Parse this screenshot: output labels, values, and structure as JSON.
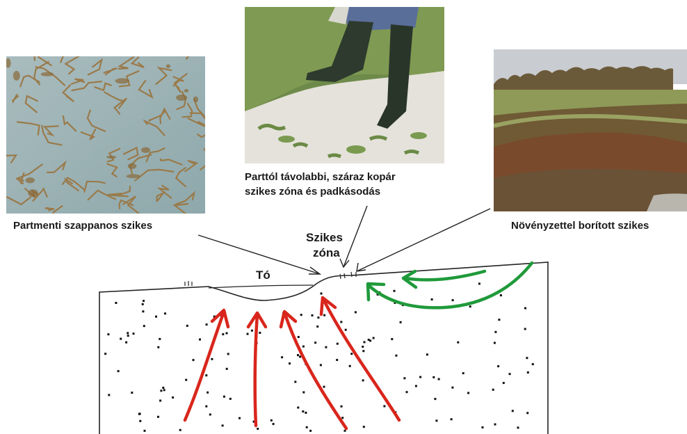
{
  "photos": [
    {
      "id": "soapy-saline",
      "caption": "Partmenti szappanos szikes"
    },
    {
      "id": "barren-saline",
      "caption_lines": [
        "Parttól távolabbi, száraz  kopár",
        "szikes zóna és padkásodás"
      ]
    },
    {
      "id": "vegetated-saline",
      "caption": "Növényzettel borított szikes"
    }
  ],
  "diagram": {
    "lake_label": "Tó",
    "zone_label_lines": [
      "Szikes",
      "zóna"
    ],
    "colors": {
      "upward_arrows": "#d9261c",
      "lateral_arrows": "#1f9a3a",
      "outline": "#222222",
      "dots": "#111111"
    }
  }
}
